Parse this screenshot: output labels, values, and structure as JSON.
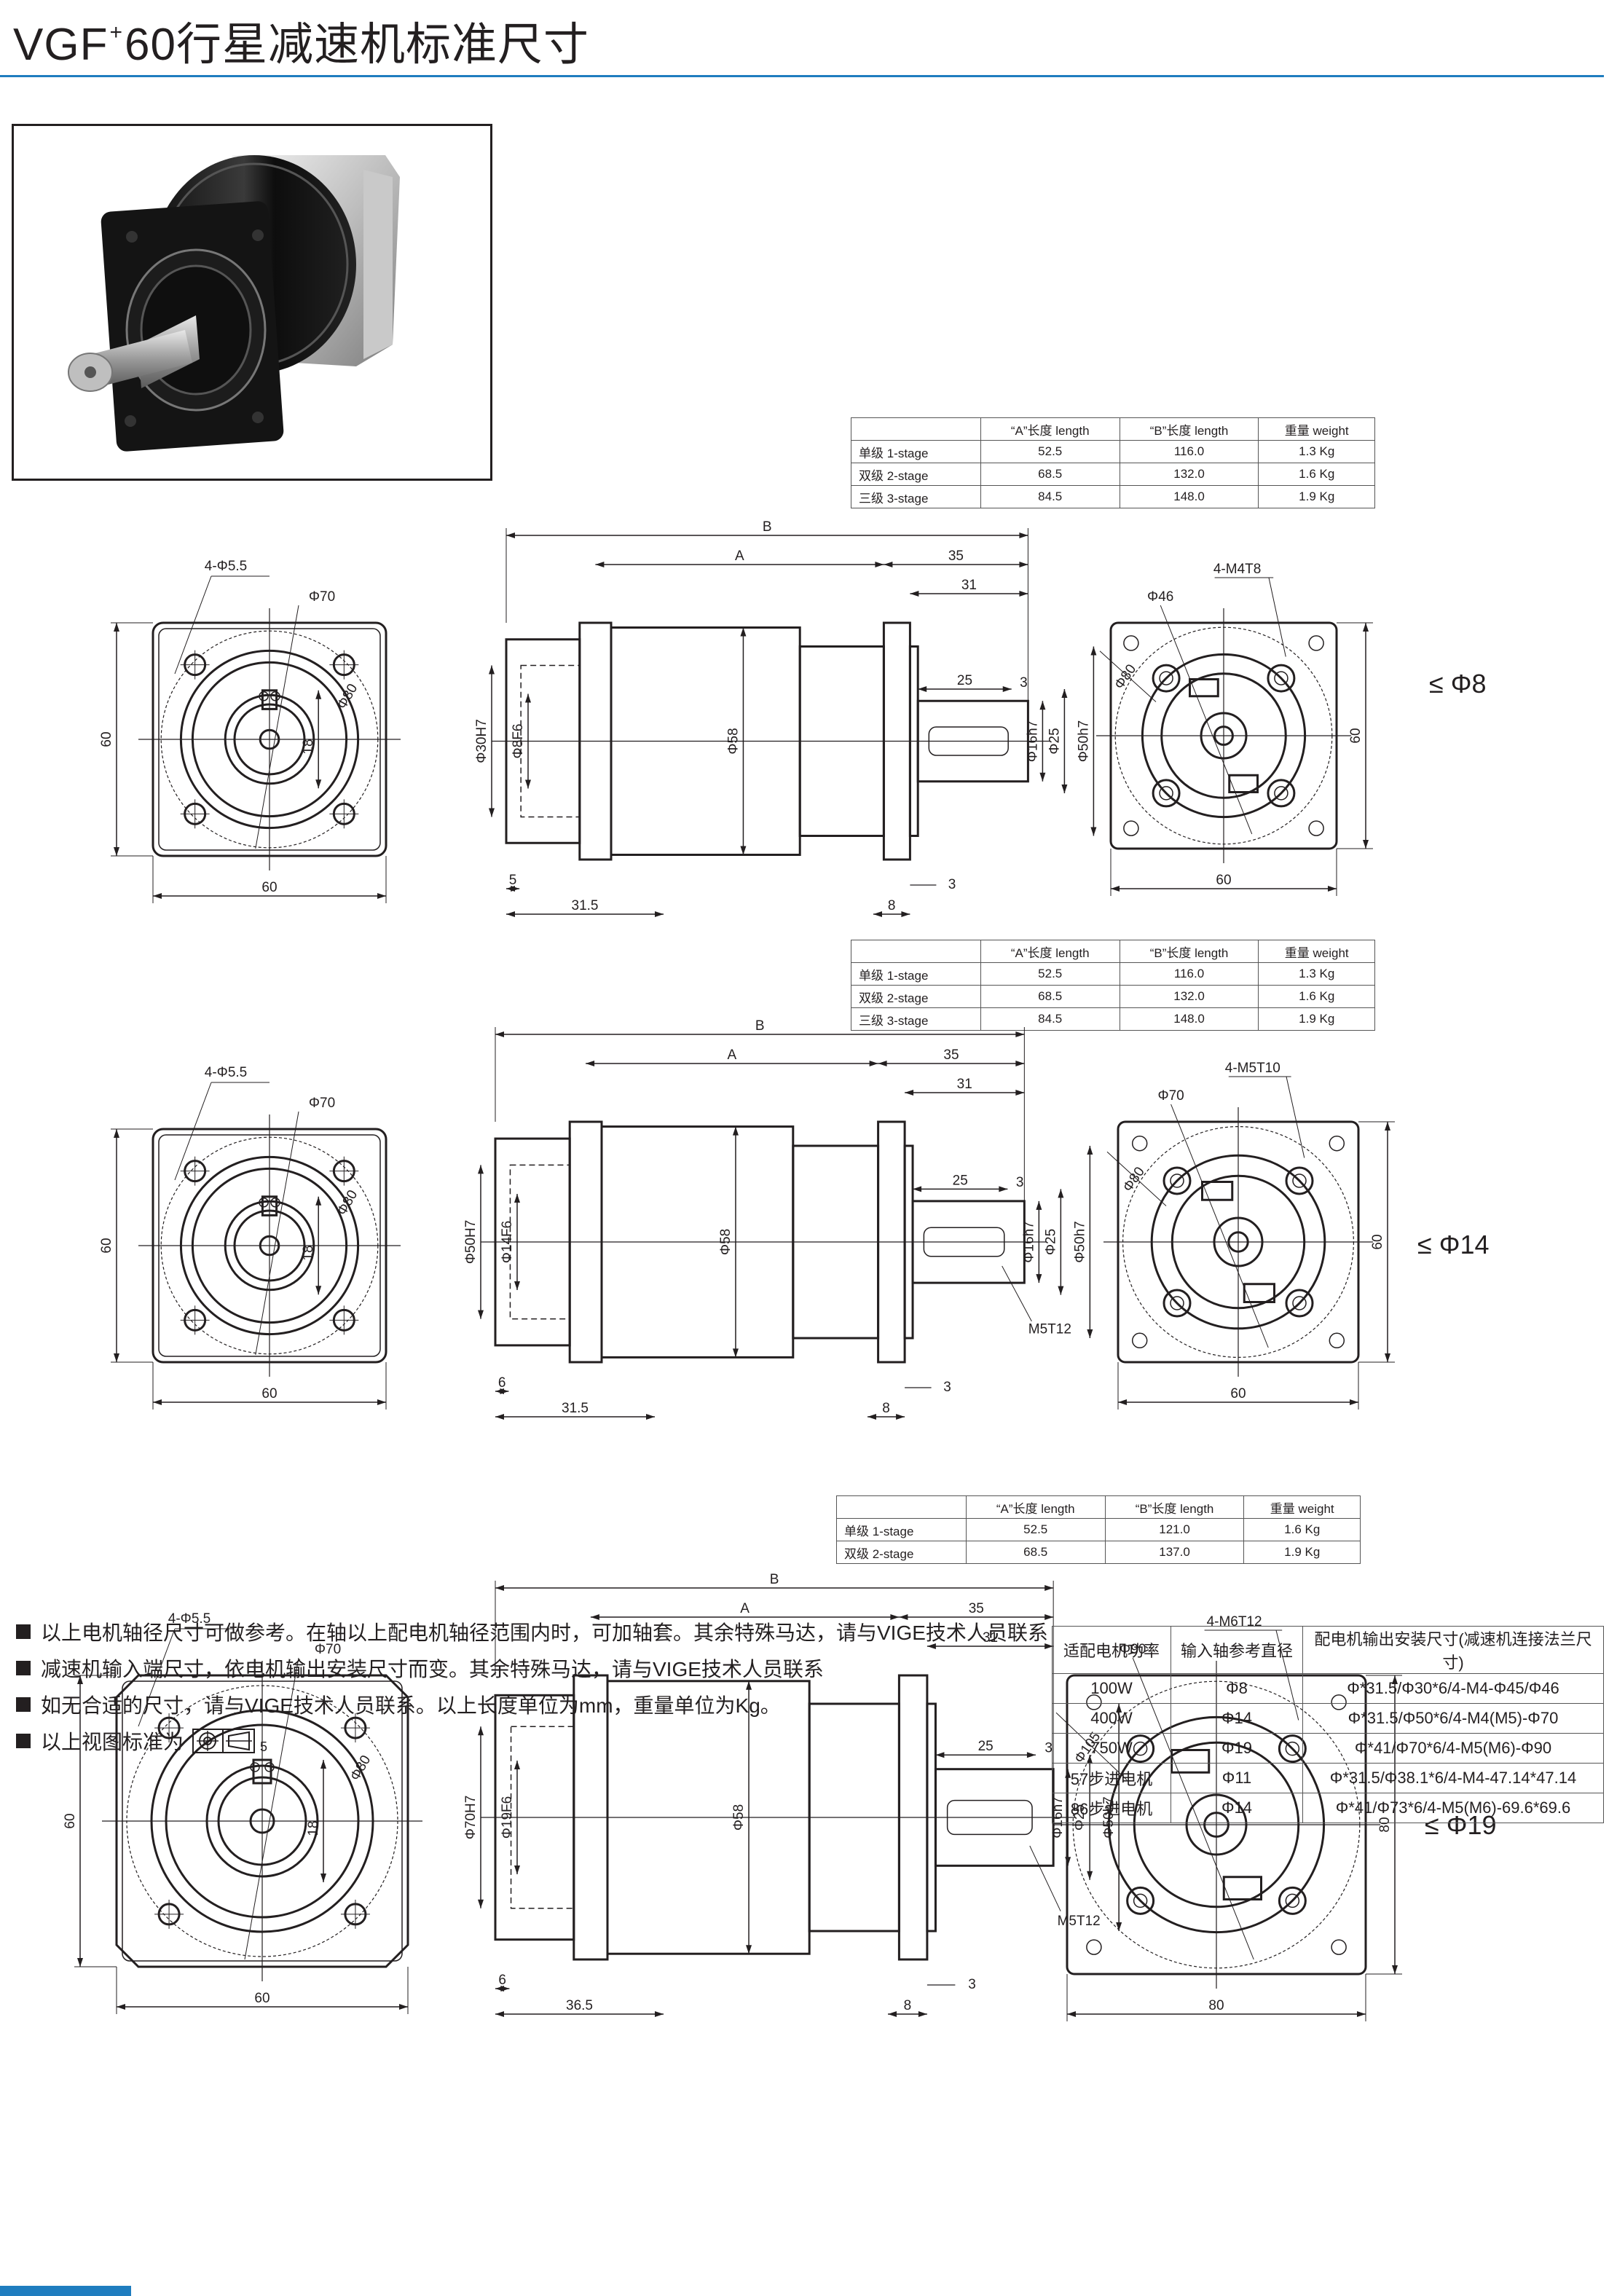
{
  "title": {
    "prefix": "VGF",
    "sup": "+",
    "rest": "60行星减速机标准尺寸"
  },
  "spec_header": {
    "a": "“A”长度 length",
    "b": "“B”长度 length",
    "w": "重量 weight"
  },
  "spec_tables": [
    {
      "rows": [
        {
          "stage": "单级 1-stage",
          "a": "52.5",
          "b": "116.0",
          "w": "1.3 Kg"
        },
        {
          "stage": "双级 2-stage",
          "a": "68.5",
          "b": "132.0",
          "w": "1.6 Kg"
        },
        {
          "stage": "三级 3-stage",
          "a": "84.5",
          "b": "148.0",
          "w": "1.9 Kg"
        }
      ]
    },
    {
      "rows": [
        {
          "stage": "单级 1-stage",
          "a": "52.5",
          "b": "116.0",
          "w": "1.3 Kg"
        },
        {
          "stage": "双级 2-stage",
          "a": "68.5",
          "b": "132.0",
          "w": "1.6 Kg"
        },
        {
          "stage": "三级 3-stage",
          "a": "84.5",
          "b": "148.0",
          "w": "1.9 Kg"
        }
      ]
    },
    {
      "rows": [
        {
          "stage": "单级 1-stage",
          "a": "52.5",
          "b": "121.0",
          "w": "1.6 Kg"
        },
        {
          "stage": "双级 2-stage",
          "a": "68.5",
          "b": "137.0",
          "w": "1.9 Kg"
        }
      ]
    }
  ],
  "drawings": [
    {
      "front": {
        "holes": "4-Φ5.5",
        "pcd": "Φ70",
        "dia": "Φ80",
        "key": "18",
        "side": "60",
        "bottom": "60"
      },
      "side": {
        "B": "B",
        "A": "A",
        "d35": "35",
        "d31": "31",
        "d25": "25",
        "d3a": "3",
        "bore": "Φ30H7",
        "inner": "Φ8F6",
        "body": "Φ58",
        "shaft": "Φ16h7",
        "s25": "Φ25",
        "pilot": "Φ50h7",
        "d5": "5",
        "d315": "31.5",
        "d8": "8",
        "d3b": "3",
        "tap": ""
      },
      "rear": {
        "thread": "4-M4T8",
        "pcd": "Φ46",
        "dia": "Φ80",
        "side": "60",
        "bottom": "60"
      },
      "shaft_label": "≤ Φ8"
    },
    {
      "front": {
        "holes": "4-Φ5.5",
        "pcd": "Φ70",
        "dia": "Φ80",
        "key": "18",
        "side": "60",
        "bottom": "60"
      },
      "side": {
        "B": "B",
        "A": "A",
        "d35": "35",
        "d31": "31",
        "d25": "25",
        "d3a": "3",
        "bore": "Φ50H7",
        "inner": "Φ14F6",
        "body": "Φ58",
        "shaft": "Φ16h7",
        "s25": "Φ25",
        "pilot": "Φ50h7",
        "d5": "6",
        "d315": "31.5",
        "d8": "8",
        "d3b": "3",
        "tap": "M5T12"
      },
      "rear": {
        "thread": "4-M5T10",
        "pcd": "Φ70",
        "dia": "Φ80",
        "side": "60",
        "bottom": "60"
      },
      "shaft_label": "≤ Φ14"
    },
    {
      "front": {
        "holes": "4-Φ5.5",
        "pcd": "Φ70",
        "dia": "Φ80",
        "key": "18",
        "side": "60",
        "bottom": "60",
        "keyw": "5"
      },
      "side": {
        "B": "B",
        "A": "A",
        "d35": "35",
        "d31": "31",
        "d25": "25",
        "d3a": "3",
        "bore": "Φ70H7",
        "inner": "Φ19F6",
        "body": "Φ58",
        "shaft": "Φ16h7",
        "s25": "Φ25",
        "pilot": "Φ50h7",
        "d5": "6",
        "d315": "36.5",
        "d8": "8",
        "d3b": "3",
        "tap": "M5T12"
      },
      "rear": {
        "thread": "4-M6T12",
        "pcd": "Φ90",
        "dia": "Φ105",
        "side": "80",
        "bottom": "80"
      },
      "shaft_label": "≤ Φ19"
    }
  ],
  "notes": [
    "以上电机轴径尺寸可做参考。在轴以上配电机轴径范围内时，可加轴套。其余特殊马达，请与VIGE技术人员联系",
    "减速机输入端尺寸，依电机输出安装尺寸而变。其余特殊马达，请与VIGE技术人员联系",
    "如无合适的尺寸，请与VIGE技术人员联系。以上长度单位为mm，重量单位为Kg。",
    "以上视图标准为"
  ],
  "motor_table": {
    "headers": [
      "适配电机功率",
      "输入轴参考直径",
      "配电机输出安装尺寸(减速机连接法兰尺寸)"
    ],
    "rows": [
      [
        "100W",
        "Φ8",
        "Φ*31.5/Φ30*6/4-M4-Φ45/Φ46"
      ],
      [
        "400W",
        "Φ14",
        "Φ*31.5/Φ50*6/4-M4(M5)-Φ70"
      ],
      [
        "750W",
        "Φ19",
        "Φ*41/Φ70*6/4-M5(M6)-Φ90"
      ],
      [
        "57步进电机",
        "Φ11",
        "Φ*31.5/Φ38.1*6/4-M4-47.14*47.14"
      ],
      [
        "86步进电机",
        "Φ14",
        "Φ*41/Φ73*6/4-M5(M6)-69.6*69.6"
      ]
    ]
  }
}
